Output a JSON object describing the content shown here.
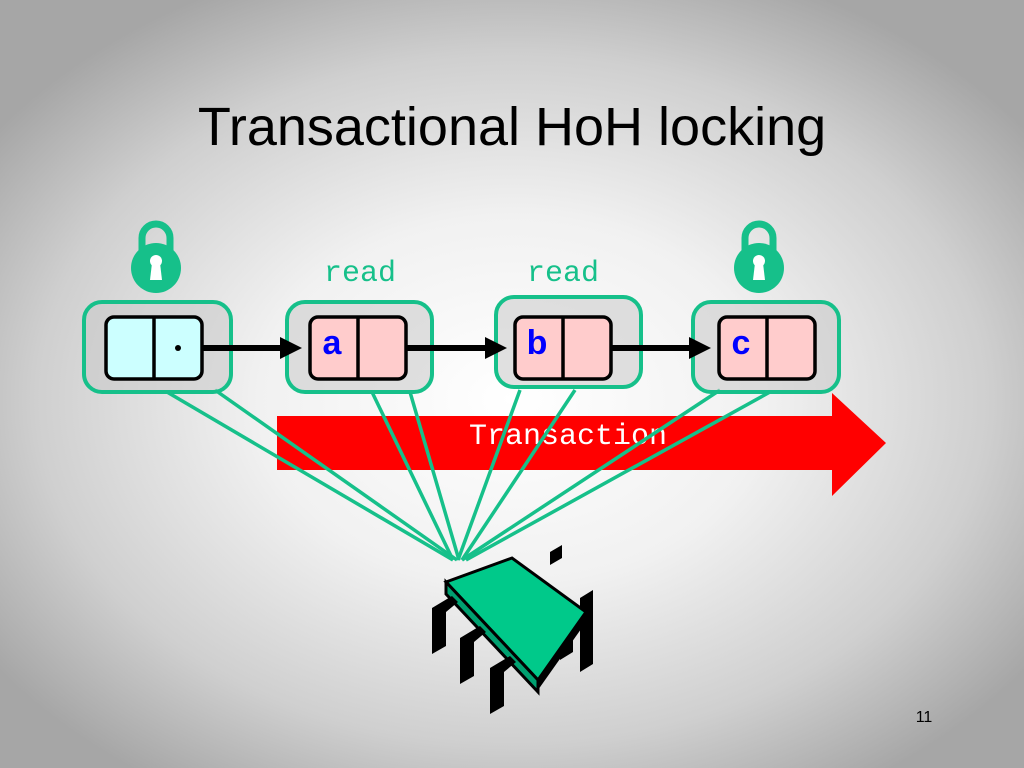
{
  "slide": {
    "title": "Transactional HoH locking",
    "page_number": "11"
  },
  "labels": {
    "read_1": "read",
    "read_2": "read",
    "transaction": "Transaction"
  },
  "nodes": [
    {
      "value": ""
    },
    {
      "value": "a"
    },
    {
      "value": "b"
    },
    {
      "value": "c"
    }
  ],
  "icons": {
    "left_lock": "padlock-icon",
    "right_lock": "padlock-icon",
    "processor": "processor-chip-icon"
  },
  "colors": {
    "accent_green": "#16c08a",
    "chip_green": "#00c98a",
    "node_sentinel_fill": "#ccffff",
    "node_fill": "#ffcccc",
    "node_text": "#0000ff",
    "arrow_red": "#ff0000",
    "arrow_text": "#ffffff"
  }
}
